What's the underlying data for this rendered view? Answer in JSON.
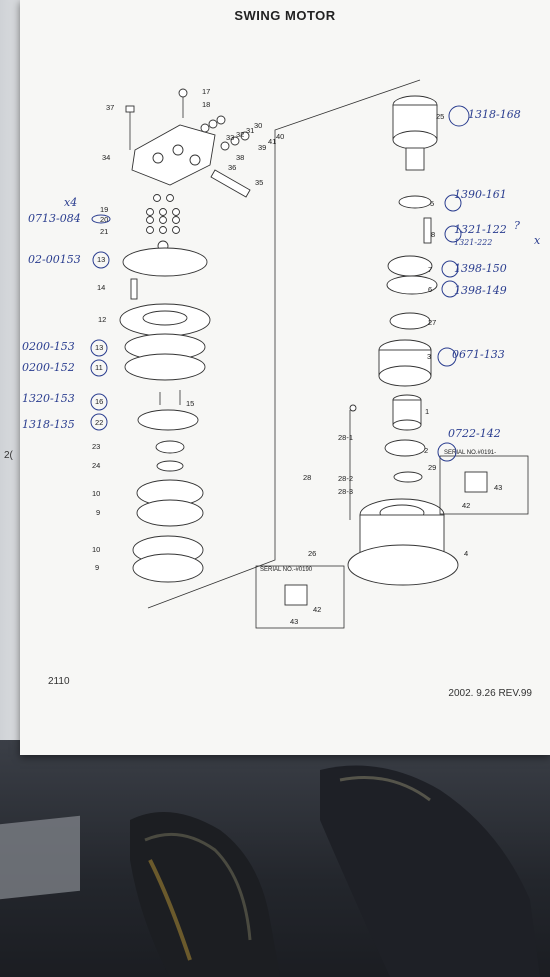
{
  "document": {
    "title": "SWING MOTOR",
    "page_number": "2110",
    "revision": "2002. 9.26 REV.99",
    "edge_number": "2("
  },
  "left_labels": [
    "37",
    "17",
    "18",
    "30",
    "31",
    "32",
    "33",
    "40",
    "41",
    "39",
    "38",
    "36",
    "35",
    "34",
    "19",
    "20",
    "21",
    "13",
    "14",
    "12",
    "13",
    "11",
    "16",
    "15",
    "22",
    "23",
    "24",
    "10",
    "9",
    "10",
    "9"
  ],
  "right_labels": [
    "25",
    "5",
    "8",
    "7",
    "6",
    "27",
    "3",
    "1",
    "28-1",
    "2",
    "29",
    "28",
    "28-2",
    "28-3",
    "26",
    "4",
    "43",
    "42",
    "43",
    "42"
  ],
  "serial_labels": [
    "SERIAL NO.#0191-",
    "SERIAL NO.-#0190"
  ],
  "handwritten": {
    "x4": "x4",
    "p0713": "0713-084",
    "p0200_153a": "02-00153",
    "p0200_153": "0200-153",
    "p0200_152": "0200-152",
    "p1320": "1320-153",
    "p1318_135": "1318-135",
    "p1318_168": "1318-168",
    "p1390": "1390-161",
    "p1321_122": "1321-122",
    "p1321_222": "1321-222",
    "q": "?",
    "x_mark": "x",
    "p1398_150": "1398-150",
    "p1398_149": "1398-149",
    "p0671": "0671-133",
    "p0722": "0722-142"
  }
}
